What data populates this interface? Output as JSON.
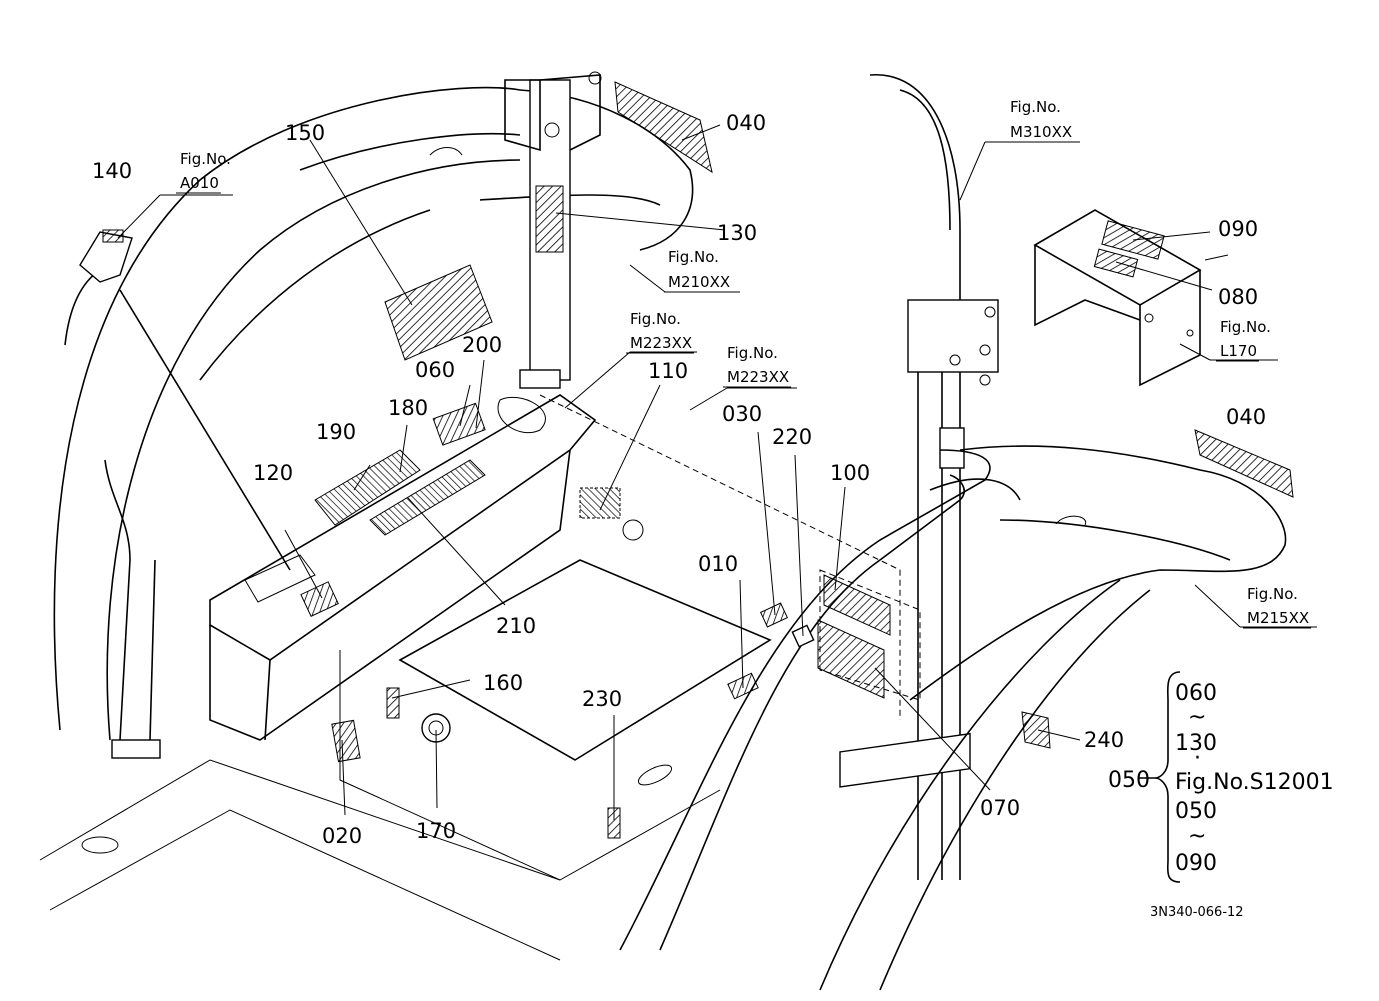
{
  "callouts": {
    "c010": "010",
    "c020": "020",
    "c030": "030",
    "c040a": "040",
    "c040b": "040",
    "c060": "060",
    "c070": "070",
    "c080": "080",
    "c090": "090",
    "c100": "100",
    "c110": "110",
    "c120": "120",
    "c130": "130",
    "c140": "140",
    "c150": "150",
    "c160": "160",
    "c170": "170",
    "c180": "180",
    "c190": "190",
    "c200": "200",
    "c210": "210",
    "c220": "220",
    "c230": "230",
    "c240": "240"
  },
  "fig_refs": {
    "a010": {
      "label": "Fig.No.",
      "code": "A010"
    },
    "m310": {
      "label": "Fig.No.",
      "code": "M310XX"
    },
    "m210": {
      "label": "Fig.No.",
      "code": "M210XX"
    },
    "m223a": {
      "label": "Fig.No.",
      "code": "M223XX"
    },
    "m223b": {
      "label": "Fig.No.",
      "code": "M223XX"
    },
    "l170": {
      "label": "Fig.No.",
      "code": "L170"
    },
    "m215": {
      "label": "Fig.No.",
      "code": "M215XX"
    }
  },
  "legend": {
    "lead": "050",
    "line1": "060",
    "tilde1": "~",
    "line2": "130",
    "dot": "·",
    "line3": "Fig.No.S12001",
    "line4": "050",
    "tilde2": "~",
    "line5": "090"
  },
  "drawing_code": "3N340-066-12"
}
